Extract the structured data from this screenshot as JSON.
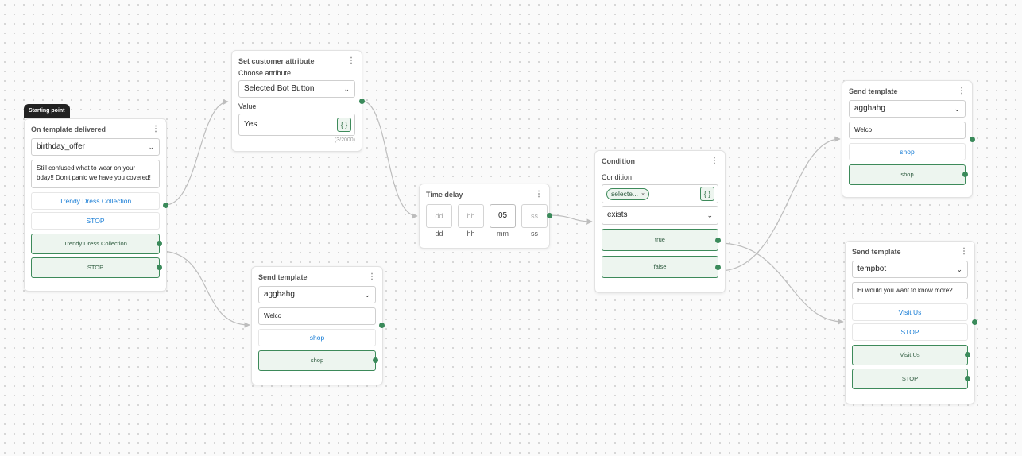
{
  "start_node": {
    "badge": "Starting point",
    "title": "On template delivered",
    "template": "birthday_offer",
    "message": "Still confused what to wear on your bday!! Don't panic we have you covered!",
    "links": [
      "Trendy Dress Collection",
      "STOP"
    ],
    "replies": [
      "Trendy Dress Collection",
      "STOP"
    ]
  },
  "attribute_node": {
    "title": "Set customer attribute",
    "choose_label": "Choose attribute",
    "attribute": "Selected Bot Button",
    "value_label": "Value",
    "value": "Yes",
    "var_icon": "{ }",
    "counter": "(3/2000)"
  },
  "send_template_bottom": {
    "title": "Send template",
    "template": "agghahg",
    "message": "Welco",
    "link": "shop",
    "reply": "shop"
  },
  "time_delay": {
    "title": "Time delay",
    "fields": [
      {
        "placeholder": "dd",
        "value": "",
        "label": "dd"
      },
      {
        "placeholder": "hh",
        "value": "",
        "label": "hh"
      },
      {
        "placeholder": "mm",
        "value": "05",
        "label": "mm"
      },
      {
        "placeholder": "ss",
        "value": "",
        "label": "ss"
      }
    ]
  },
  "condition_node": {
    "title": "Condition",
    "label": "Condition",
    "chip": "selecte...",
    "chip_close": "×",
    "var_icon": "{ }",
    "operator": "exists",
    "branches": [
      "true",
      "false"
    ]
  },
  "send_template_top": {
    "title": "Send template",
    "template": "agghahg",
    "message": "Welco",
    "link": "shop",
    "reply": "shop"
  },
  "send_template_right": {
    "title": "Send template",
    "template": "tempbot",
    "message": "Hi would you want to know more?",
    "links": [
      "Visit Us",
      "STOP"
    ],
    "replies": [
      "Visit Us",
      "STOP"
    ]
  },
  "icons": {
    "kebab": "⋮",
    "chevron": "⌄"
  },
  "colors": {
    "accent": "#3a8a5a",
    "link": "#1c7fd6",
    "edge": "#bdbdbd"
  }
}
